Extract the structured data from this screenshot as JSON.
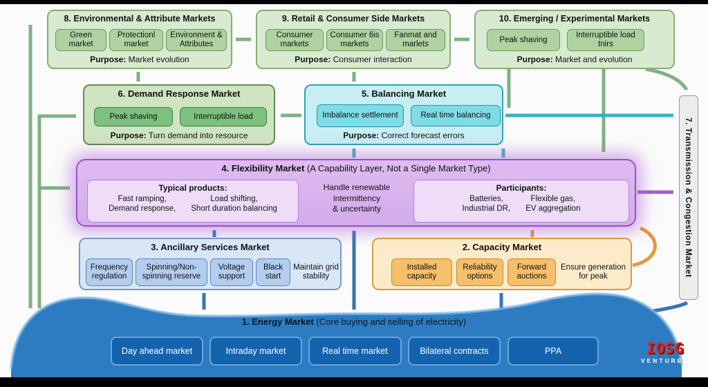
{
  "b8": {
    "title": "8. Environmental & Attribute Markets",
    "items": [
      "Green market",
      "Protectionl market",
      "Environment & Attributes"
    ],
    "purpose_label": "Purpose:",
    "purpose_text": "Market evolution"
  },
  "b9": {
    "title": "9. Retail & Consumer Side Markets",
    "items": [
      "Consumer markets",
      "Consumer 6is markets",
      "Fanmat and marlets"
    ],
    "purpose_label": "Purpose:",
    "purpose_text": "Consumer interaction"
  },
  "b10": {
    "title": "10. Emerging / Experimental Markets",
    "items": [
      "Peak shaving",
      "Interruptible load tnirs"
    ],
    "purpose_label": "Purpose:",
    "purpose_text": "Market and evolution"
  },
  "b6": {
    "title": "6. Demand Response Market",
    "items": [
      "Peak shaving",
      "Interruptible load"
    ],
    "purpose_label": "Purpose:",
    "purpose_text": "Turn demand into resource"
  },
  "b5": {
    "title": "5. Balancing Market",
    "items": [
      "Imbalance settlement",
      "Real time balancing"
    ],
    "purpose_label": "Purpose:",
    "purpose_text": "Correct forecast errors"
  },
  "b4": {
    "title_bold": "4. Flexibility Market",
    "title_rest": " (A Capability Layer, Not a Single Market Type)",
    "products_heading": "Typical products:",
    "products_col1": "Fast ramping,\nDemand response,",
    "products_col2": "Load shifting,\nShort duration balancing",
    "center_note": "Handle renewable\nintermittency\n& uncertainty",
    "participants_heading": "Participants:",
    "participants_col1": "Batteries,\nIndustrial DR,",
    "participants_col2": "Flexible gas,\nEV aggregation"
  },
  "b3": {
    "title": "3. Ancillary Services Market",
    "items": [
      "Frequency regulation",
      "Spinning/Non-spinning reserve",
      "Voltage support",
      "Black start"
    ],
    "note": "Maintain grid stability"
  },
  "b2": {
    "title": "2. Capacity Market",
    "items": [
      "Installed capacity",
      "Reliability options",
      "Forward auctions"
    ],
    "note": "Ensure generation for peak"
  },
  "b1": {
    "title_bold": "1. Energy Market",
    "title_rest": " (Core buying and selling of electricity)",
    "items": [
      "Day ahead market",
      "Intraday market",
      "Real time market",
      "Bilateral contracts",
      "PPA"
    ]
  },
  "b7": {
    "title": "7. Transmission & Congestion Market"
  },
  "logo": {
    "brand": "IOSG",
    "subtxt": "VENTURES"
  },
  "colors": {
    "green_box": "#d8ead0",
    "green_pill": "#aed3a0",
    "demand_green": "#7cc17d",
    "balancing_cyan": "#7edce7",
    "flexibility_purple": "#d9b4ee",
    "ancillary_blue": "#b3cdee",
    "capacity_orange": "#f5bf6b",
    "energy_blue": "#2d7cc1",
    "energy_pill_blue": "#1463ae",
    "logo_red": "#e02318"
  }
}
